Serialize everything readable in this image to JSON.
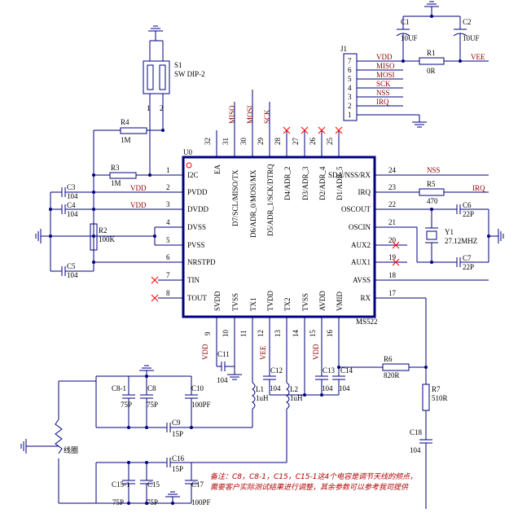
{
  "ic": {
    "ref": "U0",
    "part": "MS522",
    "left_pins": [
      {
        "num": "1",
        "name": "I2C"
      },
      {
        "num": "2",
        "name": "PVDD"
      },
      {
        "num": "3",
        "name": "DVDD"
      },
      {
        "num": "4",
        "name": "DVSS"
      },
      {
        "num": "5",
        "name": "PVSS"
      },
      {
        "num": "6",
        "name": "NRSTPD"
      },
      {
        "num": "7",
        "name": "TIN"
      },
      {
        "num": "8",
        "name": "TOUT"
      }
    ],
    "right_pins": [
      {
        "num": "24",
        "name": "SDA/NSS/RX"
      },
      {
        "num": "23",
        "name": "IRQ"
      },
      {
        "num": "22",
        "name": "OSCOUT"
      },
      {
        "num": "21",
        "name": "OSCIN"
      },
      {
        "num": "20",
        "name": "AUX2"
      },
      {
        "num": "19",
        "name": "AUX1"
      },
      {
        "num": "18",
        "name": "AVSS"
      },
      {
        "num": "17",
        "name": "RX"
      }
    ],
    "top_pins": [
      {
        "num": "32",
        "name": "EA"
      },
      {
        "num": "31",
        "name": "D7/SCL/MISO/TX"
      },
      {
        "num": "30",
        "name": "D6/ADR_0/MOSI/MX"
      },
      {
        "num": "29",
        "name": "D5/ADR_1/SCK/DTRQ"
      },
      {
        "num": "28",
        "name": "D4/ADR_2"
      },
      {
        "num": "27",
        "name": "D3/ADR_3"
      },
      {
        "num": "26",
        "name": "D2/ADR_4"
      },
      {
        "num": "25",
        "name": "D1/ADR_5"
      }
    ],
    "bottom_pins": [
      {
        "num": "9",
        "name": "SVDD"
      },
      {
        "num": "10",
        "name": "TVSS"
      },
      {
        "num": "11",
        "name": "TX1"
      },
      {
        "num": "12",
        "name": "TVDD"
      },
      {
        "num": "13",
        "name": "TX2"
      },
      {
        "num": "14",
        "name": "TVSS"
      },
      {
        "num": "15",
        "name": "AVDD"
      },
      {
        "num": "16",
        "name": "VMID"
      }
    ]
  },
  "top_net_labels": {
    "miso": "MISO",
    "mosi": "MOSI",
    "sck": "SCK"
  },
  "connector": {
    "ref": "J1",
    "pins": [
      {
        "num": "7",
        "net": "VDD"
      },
      {
        "num": "6",
        "net": "MISO"
      },
      {
        "num": "5",
        "net": "MOSI"
      },
      {
        "num": "4",
        "net": "SCK"
      },
      {
        "num": "3",
        "net": "NSS"
      },
      {
        "num": "2",
        "net": "IRQ"
      },
      {
        "num": "1",
        "net": ""
      }
    ]
  },
  "parts": {
    "s1": {
      "ref": "S1",
      "value": "SW DIP-2",
      "pin1": "1",
      "pin2": "2"
    },
    "r1": {
      "ref": "R1",
      "value": "0R"
    },
    "r2": {
      "ref": "R2",
      "value": "100K"
    },
    "r3": {
      "ref": "R3",
      "value": "1M"
    },
    "r4": {
      "ref": "R4",
      "value": "1M"
    },
    "r5": {
      "ref": "R5",
      "value": "470"
    },
    "r6": {
      "ref": "R6",
      "value": "820R"
    },
    "r7": {
      "ref": "R7",
      "value": "510R"
    },
    "c1": {
      "ref": "C1",
      "value": "10UF"
    },
    "c2": {
      "ref": "C2",
      "value": "10UF"
    },
    "c3": {
      "ref": "C3",
      "value": "104"
    },
    "c4": {
      "ref": "C4",
      "value": "104"
    },
    "c5": {
      "ref": "C5",
      "value": "104"
    },
    "c6": {
      "ref": "C6",
      "value": "22P"
    },
    "c7": {
      "ref": "C7",
      "value": "22P"
    },
    "c8": {
      "ref": "C8",
      "value": "75P"
    },
    "c81": {
      "ref": "C8-1",
      "value": "75P"
    },
    "c9": {
      "ref": "C9",
      "value": "15P"
    },
    "c10": {
      "ref": "C10",
      "value": "100PF"
    },
    "c11": {
      "ref": "C11",
      "value": "104"
    },
    "c12": {
      "ref": "C12",
      "value": "104"
    },
    "c13": {
      "ref": "C13",
      "value": "104"
    },
    "c14": {
      "ref": "C14",
      "value": "104"
    },
    "c15": {
      "ref": "C15",
      "value": "75P"
    },
    "c151": {
      "ref": "C15-1",
      "value": "75P"
    },
    "c16": {
      "ref": "C16",
      "value": "15P"
    },
    "c17": {
      "ref": "C17",
      "value": "100PF"
    },
    "c18": {
      "ref": "C18",
      "value": "104"
    },
    "y1": {
      "ref": "Y1",
      "value": "27.12MHZ"
    },
    "l1": {
      "ref": "L1",
      "value": "1uH"
    },
    "l2": {
      "ref": "L2",
      "value": "1uH"
    }
  },
  "nets": {
    "vdd": "VDD",
    "vee": "VEE",
    "nss": "NSS",
    "irq": "IRQ"
  },
  "coil_label": "线圈",
  "note": {
    "line1": "备注：C8，C8-1，C15，C15-1这4个电容是调节天线的频点，",
    "line2": "需要客户实际测试结果进行调整，其余参数可以参考我司提供"
  }
}
